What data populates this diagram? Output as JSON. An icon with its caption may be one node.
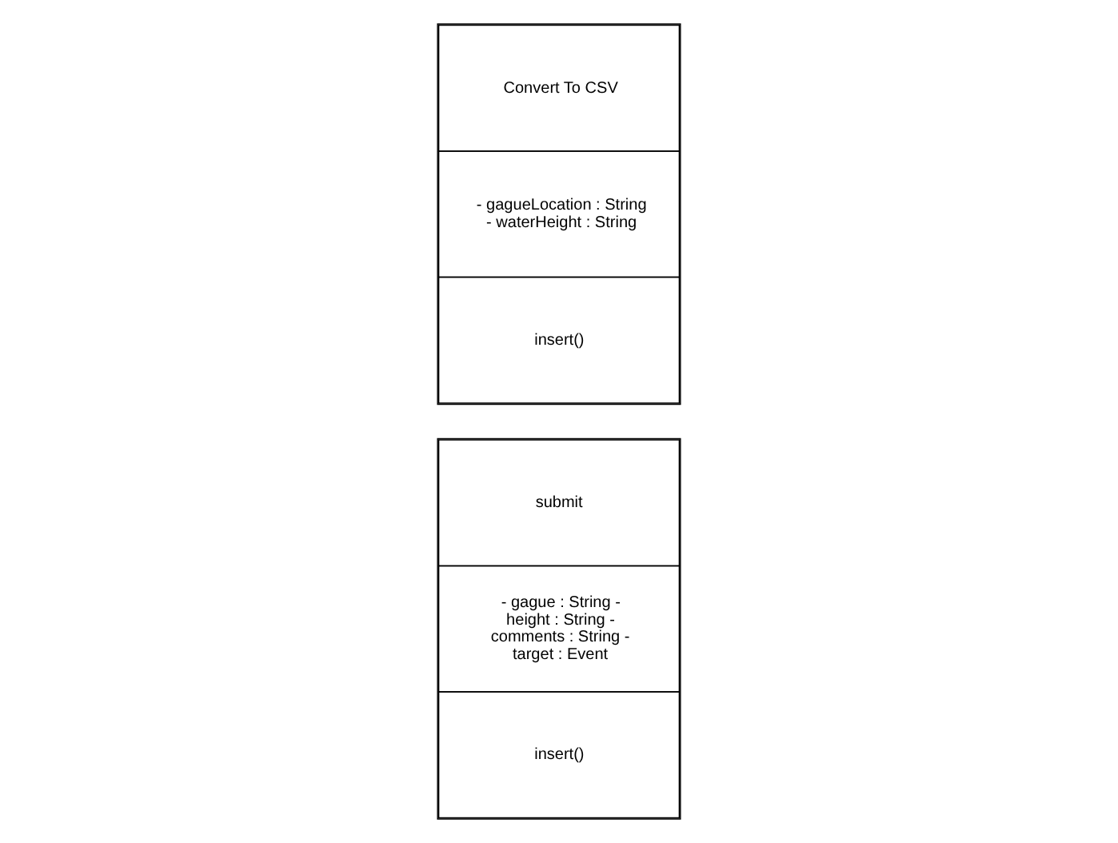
{
  "diagram": {
    "nodes": [
      {
        "text": [
          "submit",
          "- gague : String - height : String - comments : String - target : Event",
          "insert()"
        ]
      },
      {
        "text": [
          "Convert To CSV",
          "- gagueLocation : String - waterHeight : String",
          "insert()"
        ]
      }
    ]
  }
}
